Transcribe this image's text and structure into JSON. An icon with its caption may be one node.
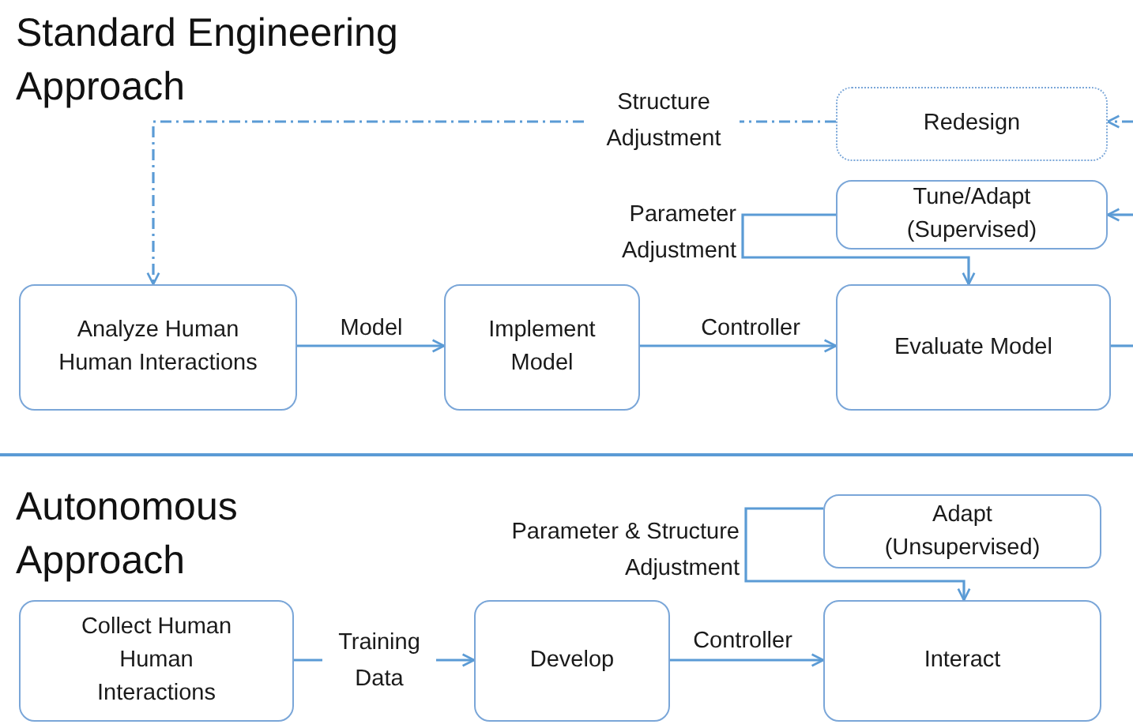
{
  "diagram": {
    "nodes": [
      {
        "text": [
          "Analyze Human Human Interactions"
        ]
      },
      {
        "text": [
          "Implement Model"
        ]
      },
      {
        "text": [
          "Evaluate Model"
        ]
      },
      {
        "text": [
          "Redesign"
        ]
      },
      {
        "text": [
          "Tune/Adapt (Supervised)"
        ]
      },
      {
        "text": [
          "Collect Human Human Interactions"
        ]
      },
      {
        "text": [
          "Develop"
        ]
      },
      {
        "text": [
          "Interact"
        ]
      },
      {
        "text": [
          "Adapt (Unsupervised)"
        ]
      }
    ],
    "edges": [
      {
        "from": 0,
        "to": 1,
        "arrow": "to",
        "label": "Model"
      },
      {
        "from": 1,
        "to": 2,
        "arrow": "to",
        "label": "Controller"
      },
      {
        "from": 3,
        "to": 0,
        "arrow": "to",
        "label": "Structure Adjustment",
        "style": "dashed"
      },
      {
        "from": 4,
        "to": 2,
        "arrow": "to",
        "label": "Parameter Adjustment"
      },
      {
        "from": 2,
        "to": null,
        "arrow": "none"
      },
      {
        "from": null,
        "to": 3,
        "arrow": "to",
        "style": "dashed"
      },
      {
        "from": null,
        "to": 4,
        "arrow": "to"
      },
      {
        "from": 5,
        "to": 6,
        "arrow": "to",
        "label": "Training Data"
      },
      {
        "from": 6,
        "to": 7,
        "arrow": "to",
        "label": "Controller"
      },
      {
        "from": 8,
        "to": 7,
        "arrow": "to",
        "label": "Parameter & Structure Adjustment"
      }
    ],
    "labels": [
      "Standard Engineering Approach",
      "Autonomous Approach"
    ]
  }
}
